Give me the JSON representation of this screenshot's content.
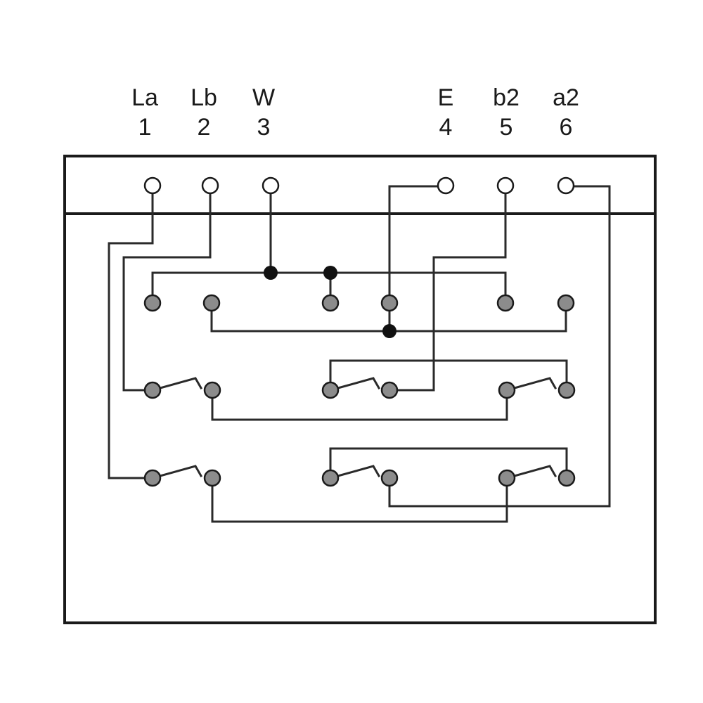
{
  "terminals": [
    {
      "name": "La",
      "number": "1"
    },
    {
      "name": "Lb",
      "number": "2"
    },
    {
      "name": "W",
      "number": "3"
    },
    {
      "name": "E",
      "number": "4"
    },
    {
      "name": "b2",
      "number": "5"
    },
    {
      "name": "a2",
      "number": "6"
    }
  ],
  "colors": {
    "line": "#2a2a2a",
    "contact_fill": "#8c8c8c",
    "terminal_fill": "#ffffff",
    "junction_fill": "#111111"
  }
}
